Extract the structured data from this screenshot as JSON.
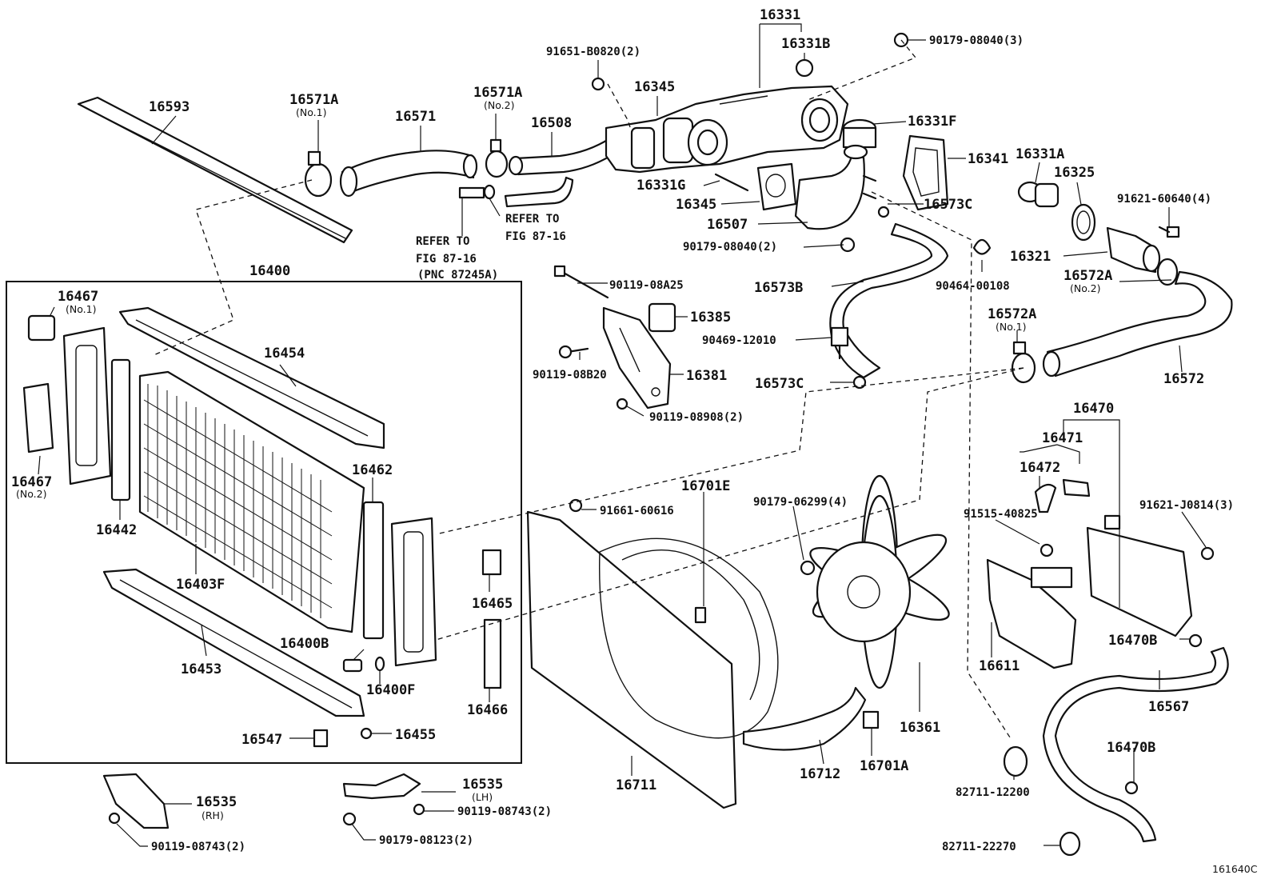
{
  "figure_code": "161640C",
  "labels": {
    "l16331": "16331",
    "l16331B": "16331B",
    "l90179_08040_3": "90179-08040(3)",
    "l91651_B0820_2": "91651-B0820(2)",
    "l16345a": "16345",
    "l16331F": "16331F",
    "l16593": "16593",
    "l16571A_1": "16571A",
    "l16571A_1_sub": "(No.1)",
    "l16571": "16571",
    "l16571A_2": "16571A",
    "l16571A_2_sub": "(No.2)",
    "l16508": "16508",
    "l16341": "16341",
    "l16331A": "16331A",
    "l16325": "16325",
    "l16331G": "16331G",
    "l16345b": "16345",
    "l16573C_a": "16573C",
    "l91621_60640_4": "91621-60640(4)",
    "l16507": "16507",
    "l_refer1_a": "REFER TO",
    "l_refer1_b": "FIG 87-16",
    "l_refer2_a": "REFER TO",
    "l_refer2_b": "FIG 87-16",
    "l_refer2_c": "(PNC 87245A)",
    "l90179_08040_2": "90179-08040(2)",
    "l16321": "16321",
    "l16572A_2": "16572A",
    "l16572A_2_sub": "(No.2)",
    "l90464_00108": "90464-00108",
    "l16400": "16400",
    "l90119_08A25": "90119-08A25",
    "l16573B": "16573B",
    "l16467_1": "16467",
    "l16467_1_sub": "(No.1)",
    "l16385": "16385",
    "l16572A_1": "16572A",
    "l16572A_1_sub": "(No.1)",
    "l90469_12010": "90469-12010",
    "l16454": "16454",
    "l90119_08B20": "90119-08B20",
    "l16381": "16381",
    "l16573C_b": "16573C",
    "l16572": "16572",
    "l90119_08908_2": "90119-08908(2)",
    "l16470": "16470",
    "l16471": "16471",
    "l16467_2": "16467",
    "l16467_2_sub": "(No.2)",
    "l16462": "16462",
    "l16472": "16472",
    "l16701E": "16701E",
    "l90179_06299_4": "90179-06299(4)",
    "l91661_60616": "91661-60616",
    "l91515_40825": "91515-40825",
    "l91621_J0814_3": "91621-J0814(3)",
    "l16442": "16442",
    "l16403F": "16403F",
    "l16465": "16465",
    "l16400B": "16400B",
    "l16470B_a": "16470B",
    "l16453": "16453",
    "l16400F": "16400F",
    "l16611": "16611",
    "l16567": "16567",
    "l16466": "16466",
    "l16361": "16361",
    "l16547": "16547",
    "l16455": "16455",
    "l16470B_b": "16470B",
    "l16711": "16711",
    "l16712": "16712",
    "l16701A": "16701A",
    "l82711_12200": "82711-12200",
    "l16535_rh": "16535",
    "l16535_rh_sub": "(RH)",
    "l16535_lh": "16535",
    "l16535_lh_sub": "(LH)",
    "l90119_08743_a": "90119-08743(2)",
    "l90119_08743_b": "90119-08743(2)",
    "l90179_08123_2": "90179-08123(2)",
    "l82711_22270": "82711-22270"
  }
}
